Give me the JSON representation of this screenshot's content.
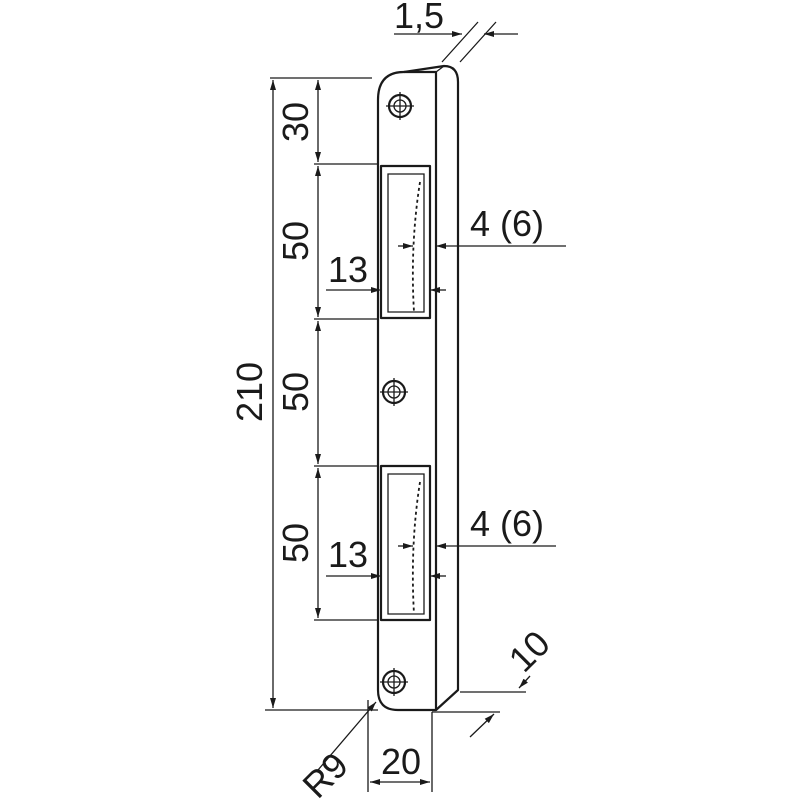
{
  "labels": {
    "thickness": "1,5",
    "top_offset": "30",
    "slot_upper_length": "50",
    "spacing_middle": "50",
    "slot_lower_length": "50",
    "total_length": "210",
    "slot_upper_width": "13",
    "slot_lower_width": "13",
    "slot_upper_depth": "4 (6)",
    "slot_lower_depth": "4 (6)",
    "edge_depth": "10",
    "corner_radius": "R9",
    "plate_width": "20"
  }
}
